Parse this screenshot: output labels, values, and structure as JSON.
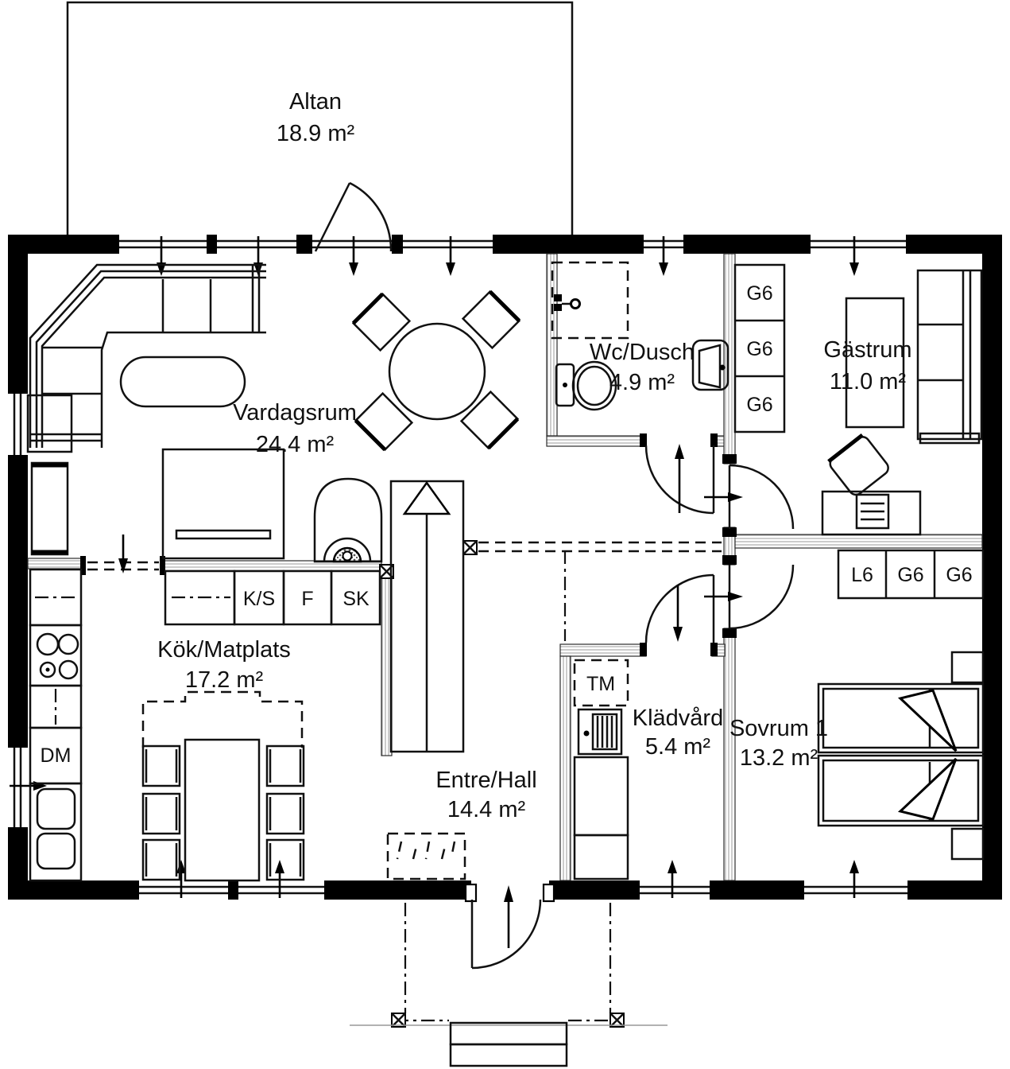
{
  "plan": {
    "rooms": [
      {
        "name": "Altan",
        "area": "18.9 m²"
      },
      {
        "name": "Vardagsrum",
        "area": "24.4 m²"
      },
      {
        "name": "Wc/Dusch",
        "area": "4.9 m²"
      },
      {
        "name": "Gästrum",
        "area": "11.0 m²"
      },
      {
        "name": "Kök/Matplats",
        "area": "17.2 m²"
      },
      {
        "name": "Klädvård",
        "area": "5.4 m²"
      },
      {
        "name": "Sovrum 1",
        "area": "13.2 m²"
      },
      {
        "name": "Entre/Hall",
        "area": "14.4 m²"
      }
    ],
    "closets_guestroom": [
      "G6",
      "G6",
      "G6"
    ],
    "closets_bedroom": [
      "L6",
      "G6",
      "G6"
    ],
    "kitchen_cabinets": [
      "K/S",
      "F",
      "SK"
    ],
    "washing_machine": "TM",
    "dishwasher": "DM",
    "colors": {
      "wall": "#000000",
      "line": "#111111",
      "light_wall": "#bfbfbf",
      "bg": "#ffffff"
    }
  }
}
